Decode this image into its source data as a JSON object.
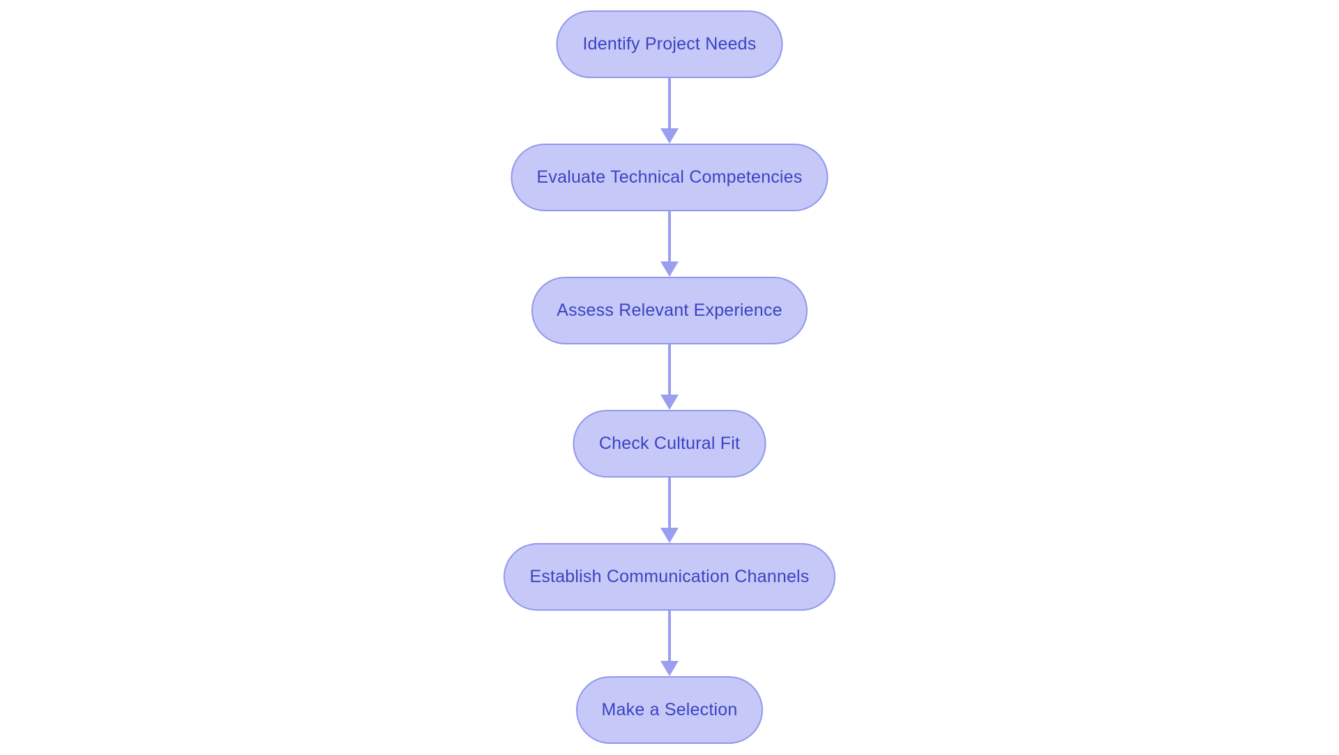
{
  "diagram": {
    "type": "flowchart",
    "direction": "top-down",
    "colors": {
      "background": "#ffffff",
      "node_fill": "#c6c9f7",
      "node_border": "#9197ee",
      "node_text": "#3b42c3",
      "arrow": "#9a9ef0"
    },
    "nodes": [
      {
        "id": "identify-project-needs",
        "label": "Identify Project Needs"
      },
      {
        "id": "evaluate-technical-competencies",
        "label": "Evaluate Technical Competencies"
      },
      {
        "id": "assess-relevant-experience",
        "label": "Assess Relevant Experience"
      },
      {
        "id": "check-cultural-fit",
        "label": "Check Cultural Fit"
      },
      {
        "id": "establish-communication-channels",
        "label": "Establish Communication Channels"
      },
      {
        "id": "make-a-selection",
        "label": "Make a Selection"
      }
    ],
    "edges": [
      {
        "from": "identify-project-needs",
        "to": "evaluate-technical-competencies"
      },
      {
        "from": "evaluate-technical-competencies",
        "to": "assess-relevant-experience"
      },
      {
        "from": "assess-relevant-experience",
        "to": "check-cultural-fit"
      },
      {
        "from": "check-cultural-fit",
        "to": "establish-communication-channels"
      },
      {
        "from": "establish-communication-channels",
        "to": "make-a-selection"
      }
    ]
  }
}
